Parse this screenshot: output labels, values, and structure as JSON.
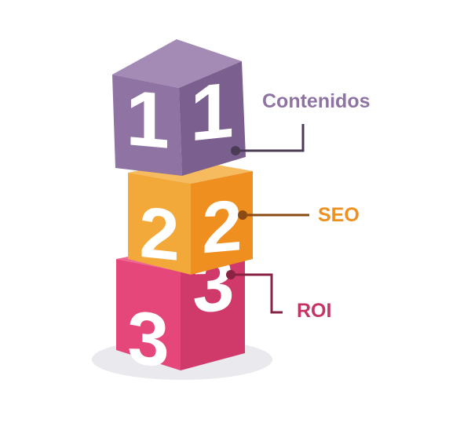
{
  "colors": {
    "purple_front": "#8e73a3",
    "purple_side": "#7a5f8f",
    "purple_top": "#a48bb6",
    "orange_front": "#f3a93a",
    "orange_side": "#ef8f1f",
    "orange_top": "#f6bb5e",
    "pink_front": "#e5477b",
    "pink_side": "#cf3a6b",
    "pink_top": "#ec6891",
    "shadow": "#e9e9ee",
    "label_contenidos": "#8e73a3",
    "label_seo": "#ef8f1f",
    "label_roi": "#c43565",
    "line_contenidos": "#4b3b57",
    "line_seo": "#8a4a12",
    "line_roi": "#8a2244"
  },
  "blocks": {
    "top": {
      "front_digit": "1",
      "side_digit": "1"
    },
    "middle": {
      "front_digit": "2",
      "side_digit": "2"
    },
    "bottom": {
      "front_digit": "3",
      "side_digit": "3"
    }
  },
  "callouts": {
    "contenidos": "Contenidos",
    "seo": "SEO",
    "roi": "ROI"
  }
}
